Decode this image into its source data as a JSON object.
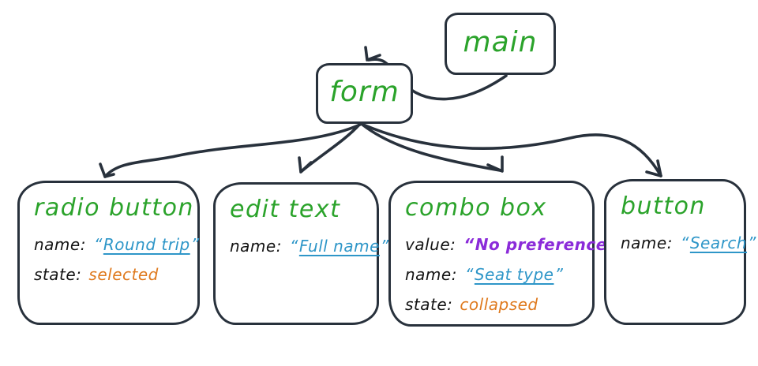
{
  "colors": {
    "ink": "#28313c",
    "green": "#2ba32b",
    "blue": "#2e96c8",
    "orange": "#df7a1e",
    "purple": "#8b2bd9",
    "label": "#141414",
    "bg": "#ffffff"
  },
  "nodes": {
    "main": {
      "title": "main"
    },
    "form": {
      "title": "form"
    },
    "radio": {
      "title": "radio button",
      "props": [
        {
          "key": "name:",
          "open": "“",
          "text": "Round trip",
          "close": "”"
        },
        {
          "key": "state:",
          "open": "",
          "text": "selected",
          "close": ""
        }
      ]
    },
    "edit": {
      "title": "edit text",
      "props": [
        {
          "key": "name:",
          "open": "“",
          "text": "Full name",
          "close": "”"
        }
      ]
    },
    "combo": {
      "title": "combo box",
      "props": [
        {
          "key": "value:",
          "open": "“",
          "text": "No preference",
          "close": "”"
        },
        {
          "key": "name:",
          "open": "“",
          "text": "Seat type",
          "close": "”"
        },
        {
          "key": "state:",
          "open": "",
          "text": "collapsed",
          "close": ""
        }
      ]
    },
    "button": {
      "title": "button",
      "props": [
        {
          "key": "name:",
          "open": "“",
          "text": "Search",
          "close": "”"
        }
      ]
    }
  },
  "edges": [
    {
      "from": "main",
      "to": "form"
    },
    {
      "from": "form",
      "to": "radio button"
    },
    {
      "from": "form",
      "to": "edit text"
    },
    {
      "from": "form",
      "to": "combo box"
    },
    {
      "from": "form",
      "to": "button"
    }
  ]
}
